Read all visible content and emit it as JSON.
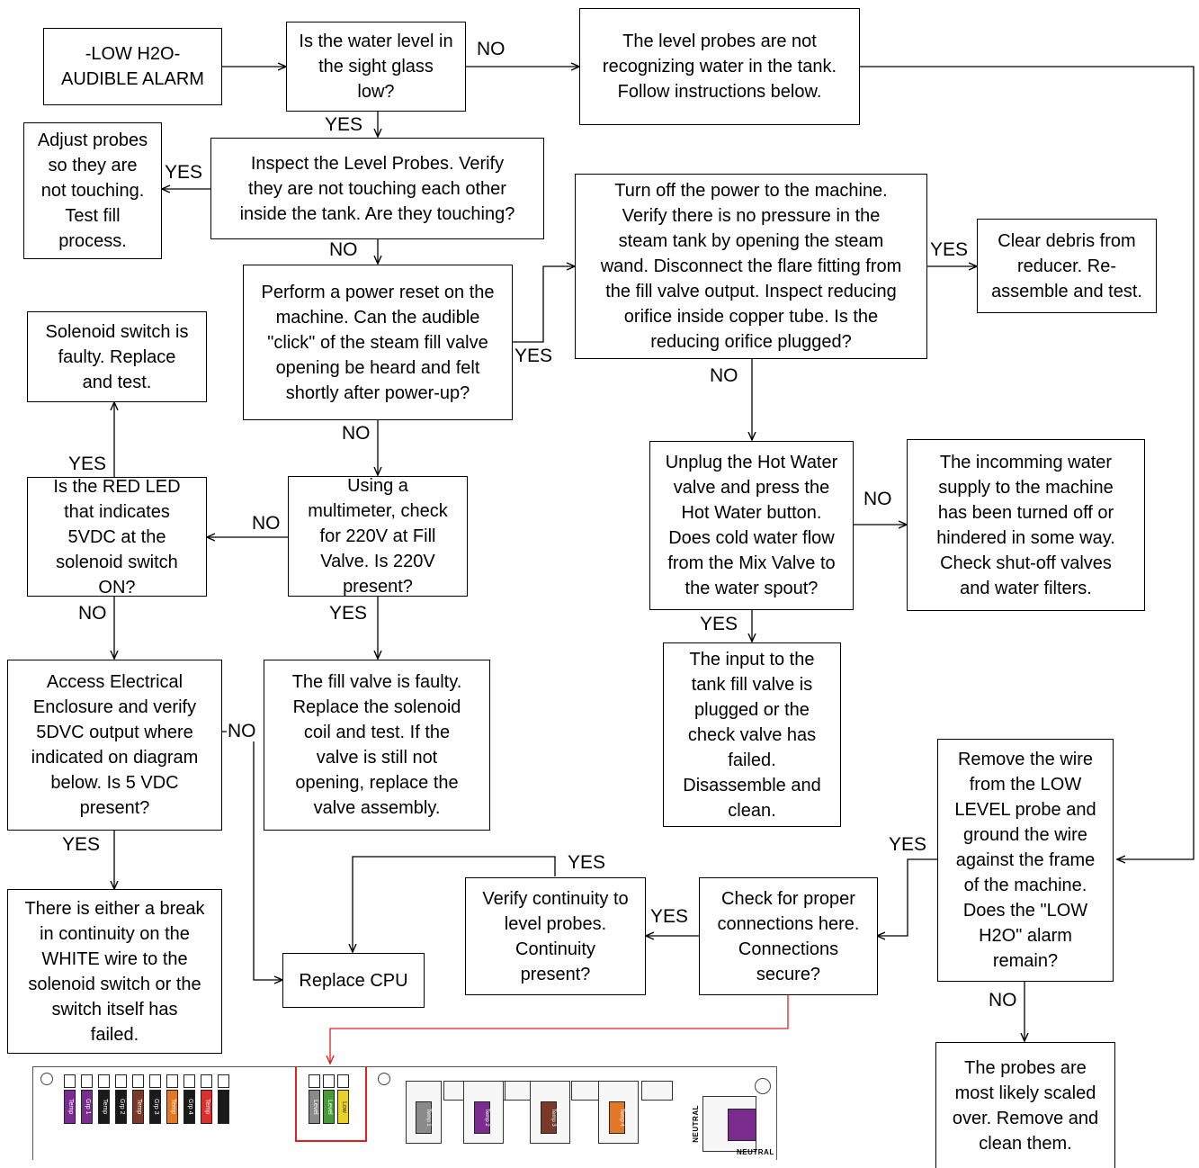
{
  "nodes": {
    "start": "-LOW H2O-\nAUDIBLE ALARM",
    "q_sight_glass": "Is the water level in\nthe sight glass\nlow?",
    "probes_not_recognizing": "The level probes are not\nrecognizing water in the tank.\nFollow instructions below.",
    "adjust_probes": "Adjust probes\nso they are\nnot touching.\nTest fill\nprocess.",
    "q_probes_touching": "Inspect the Level Probes. Verify\nthey are not touching each other\ninside the tank. Are they touching?",
    "q_power_reset": "Perform a power reset on the\nmachine. Can the audible\n\"click\" of the steam fill valve\nopening be heard and felt\nshortly after power-up?",
    "q_reducing_orifice": "Turn off the power to the machine.\nVerify there is no pressure in the\nsteam tank by opening the steam\nwand. Disconnect the flare fitting from\nthe fill valve output. Inspect reducing\norifice inside copper tube. Is the\nreducing orifice plugged?",
    "clear_debris": "Clear debris from\nreducer. Re-\nassemble and test.",
    "solenoid_faulty": "Solenoid switch is\nfaulty. Replace\nand test.",
    "q_red_led": "Is the RED LED\nthat indicates\n5VDC at the\nsolenoid switch\nON?",
    "q_multimeter": "Using a\nmultimeter, check\nfor 220V at Fill\nValve. Is 220V\npresent?",
    "q_hot_water": "Unplug the Hot Water\nvalve and press the\nHot Water button.\nDoes cold water flow\nfrom the Mix Valve to\nthe water spout?",
    "water_supply": "The incomming water\nsupply to the machine\nhas been turned off or\nhindered in some way.\nCheck shut-off valves\nand water filters.",
    "q_electrical": "Access Electrical\nEnclosure and verify\n5DVC output where\nindicated on diagram\nbelow. Is 5 VDC\npresent?",
    "fill_valve_faulty": "The fill valve is faulty.\nReplace the solenoid\ncoil and test. If the\nvalve is still not\nopening, replace the\nvalve assembly.",
    "input_plugged": "The input to the\ntank fill valve is\nplugged or the\ncheck valve has\nfailed.\nDisassemble and\nclean.",
    "q_remove_wire": "Remove the wire\nfrom the LOW\nLEVEL probe and\nground the wire\nagainst the frame\nof the machine.\nDoes the \"LOW\nH2O\" alarm\nremain?",
    "q_connections": "Check for proper\nconnections here.\nConnections\nsecure?",
    "q_continuity": "Verify continuity to\nlevel probes.\nContinuity\npresent?",
    "replace_cpu": "Replace CPU",
    "white_wire": "There is either a break\nin continuity on the\nWHITE wire to the\nsolenoid switch or the\nswitch itself has\nfailed.",
    "probes_scaled": "The probes are\nmost likely scaled\nover. Remove and\nclean them."
  },
  "labels": {
    "yes": "YES",
    "no": "NO"
  },
  "board": {
    "terminals_left": [
      "Temp",
      "Grp 1",
      "Temp",
      "Grp 2",
      "Temp",
      "Grp 3",
      "Temp",
      "Grp 4",
      "Temp",
      ""
    ],
    "terminals_probe": [
      "Level",
      "Level",
      "Low"
    ],
    "block_labels": [
      "Temp 1",
      "Temp 2",
      "Temp 3",
      "Temp 4"
    ],
    "neutral_label": "NEUTRAL",
    "colors": {
      "purple": "#7a2d8f",
      "green": "#4a9a3c",
      "yellow": "#e8d22a",
      "orange": "#e07828",
      "brown": "#7a3a2a",
      "red": "#d93030",
      "black": "#1a1a1a",
      "gray": "#8a8a8a",
      "highlight": "#e02020"
    }
  }
}
